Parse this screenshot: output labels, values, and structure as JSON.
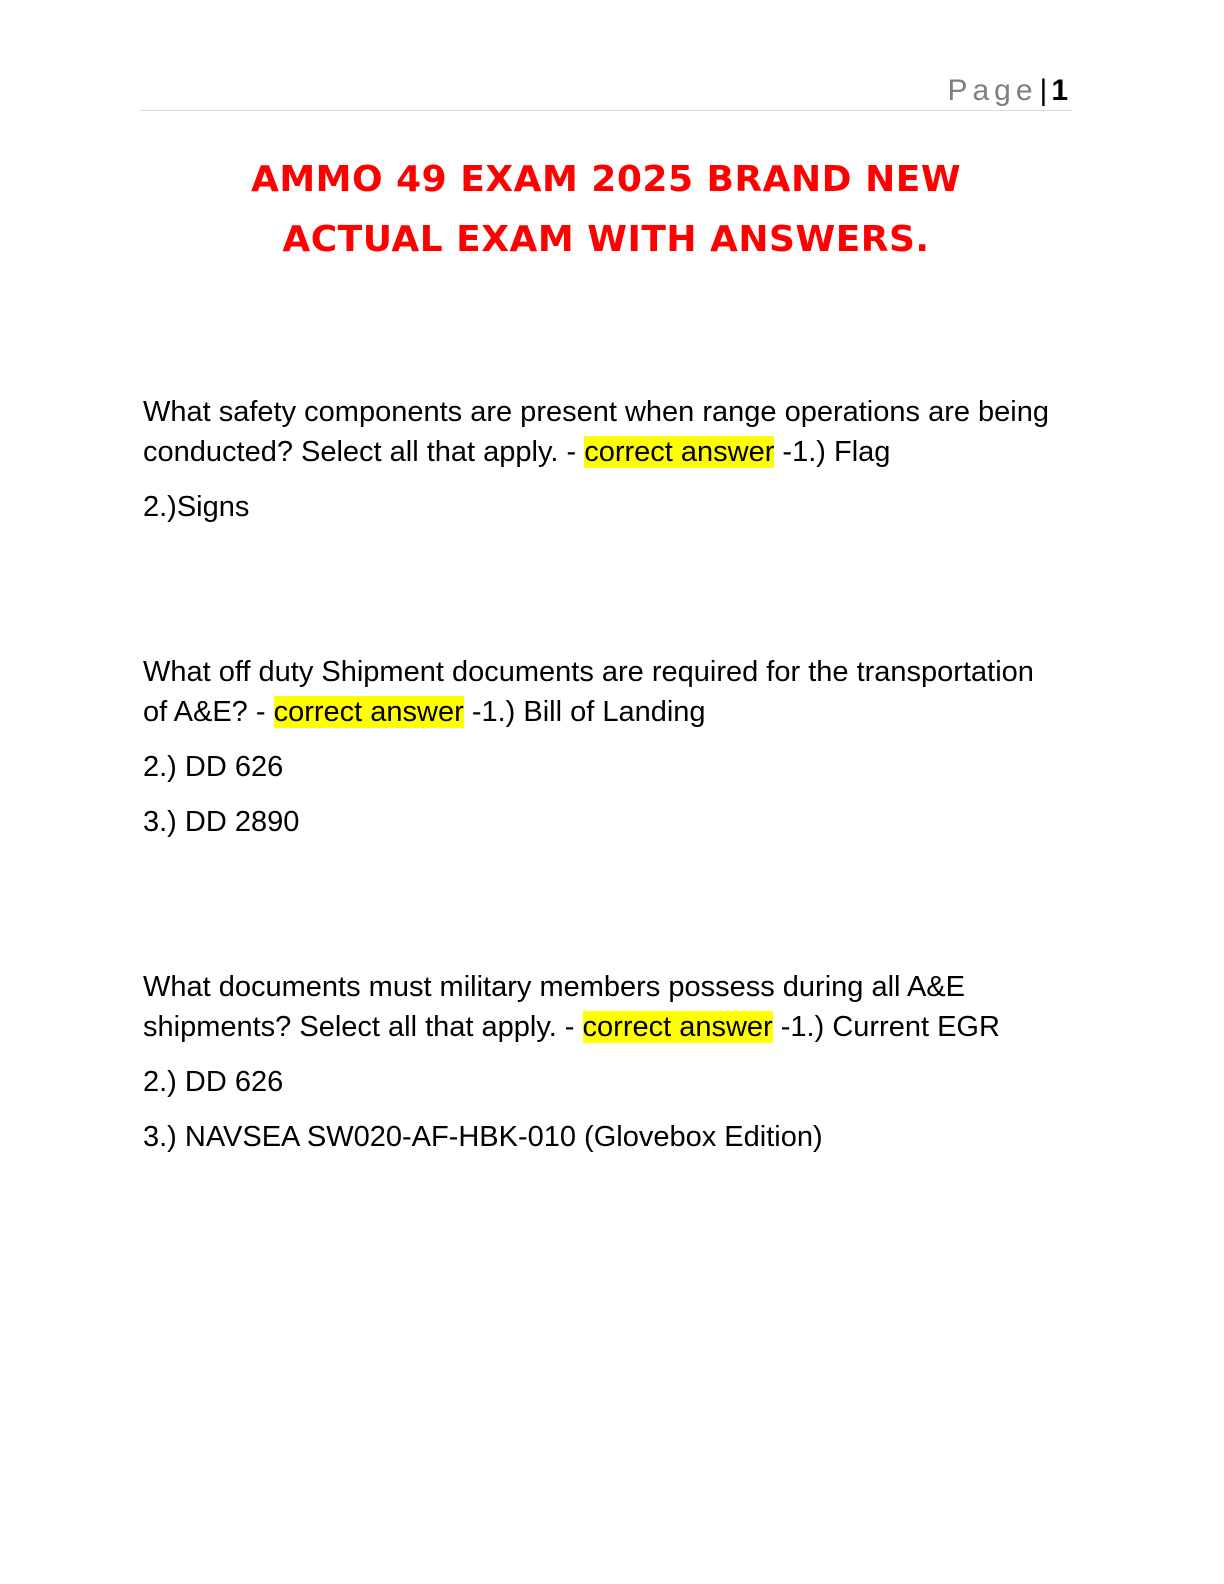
{
  "header": {
    "page_label": "Page",
    "separator": "|",
    "page_number": "1"
  },
  "title": {
    "line1": "AMMO 49 EXAM 2025 BRAND NEW",
    "line2": "ACTUAL EXAM WITH ANSWERS."
  },
  "qa": [
    {
      "question": "What safety components are present when range operations are being conducted? Select all that apply. -",
      "answer_label": "correct answer",
      "first_answer": "-1.) Flag",
      "more_answers": [
        "2.)Signs"
      ]
    },
    {
      "question": "What off duty Shipment documents are required for the transportation of A&E? -",
      "answer_label": "correct answer",
      "first_answer": "-1.) Bill of Landing",
      "more_answers": [
        "2.) DD 626",
        "3.) DD 2890"
      ]
    },
    {
      "question": "What documents must military members possess during all A&E shipments? Select all that apply. -",
      "answer_label": "correct answer",
      "first_answer": "-1.) Current EGR",
      "more_answers": [
        "2.) DD 626",
        "3.) NAVSEA SW020-AF-HBK-010 (Glovebox Edition)"
      ]
    }
  ],
  "colors": {
    "title": "#ff0000",
    "highlight": "#ffff00",
    "page_label": "#7f7f7f"
  }
}
